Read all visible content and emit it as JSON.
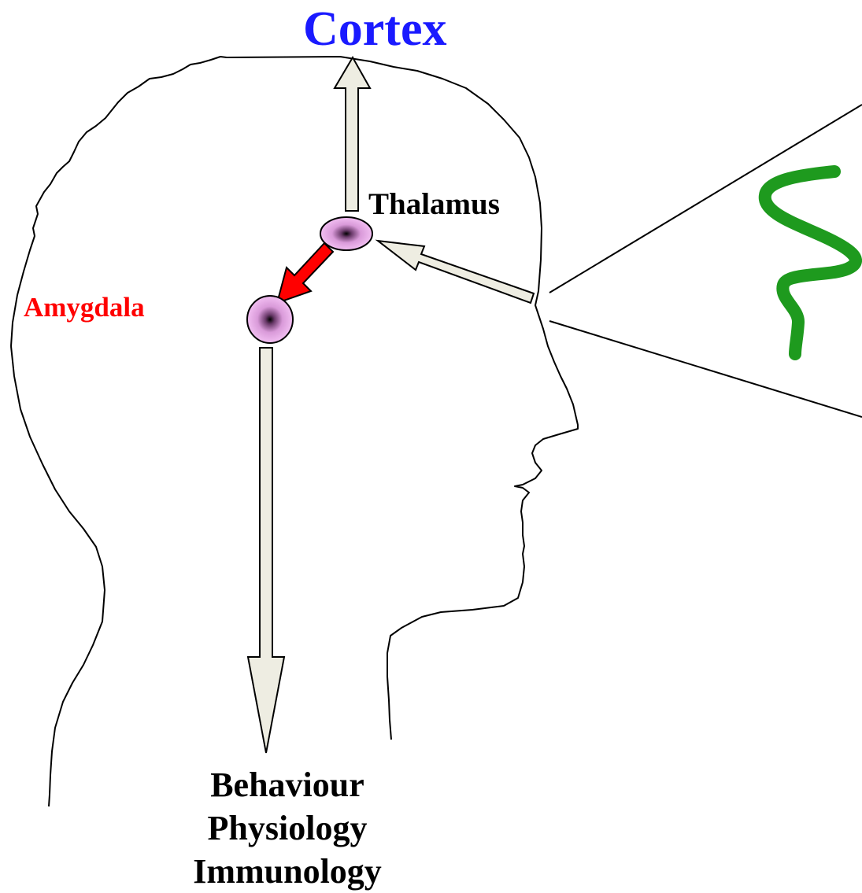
{
  "labels": {
    "cortex": "Cortex",
    "thalamus": "Thalamus",
    "amygdala": "Amygdala"
  },
  "outputs": [
    "Behaviour",
    "Physiology",
    "Immunology"
  ],
  "colors": {
    "cortex_text": "#1a1aff",
    "amygdala_text": "#ff0000",
    "nucleus_fill": "#f0b6f0",
    "pathway_arrow": "#eeede2",
    "fast_pathway_arrow": "#ff0000",
    "stimulus_squiggle": "#1e9a1e"
  }
}
